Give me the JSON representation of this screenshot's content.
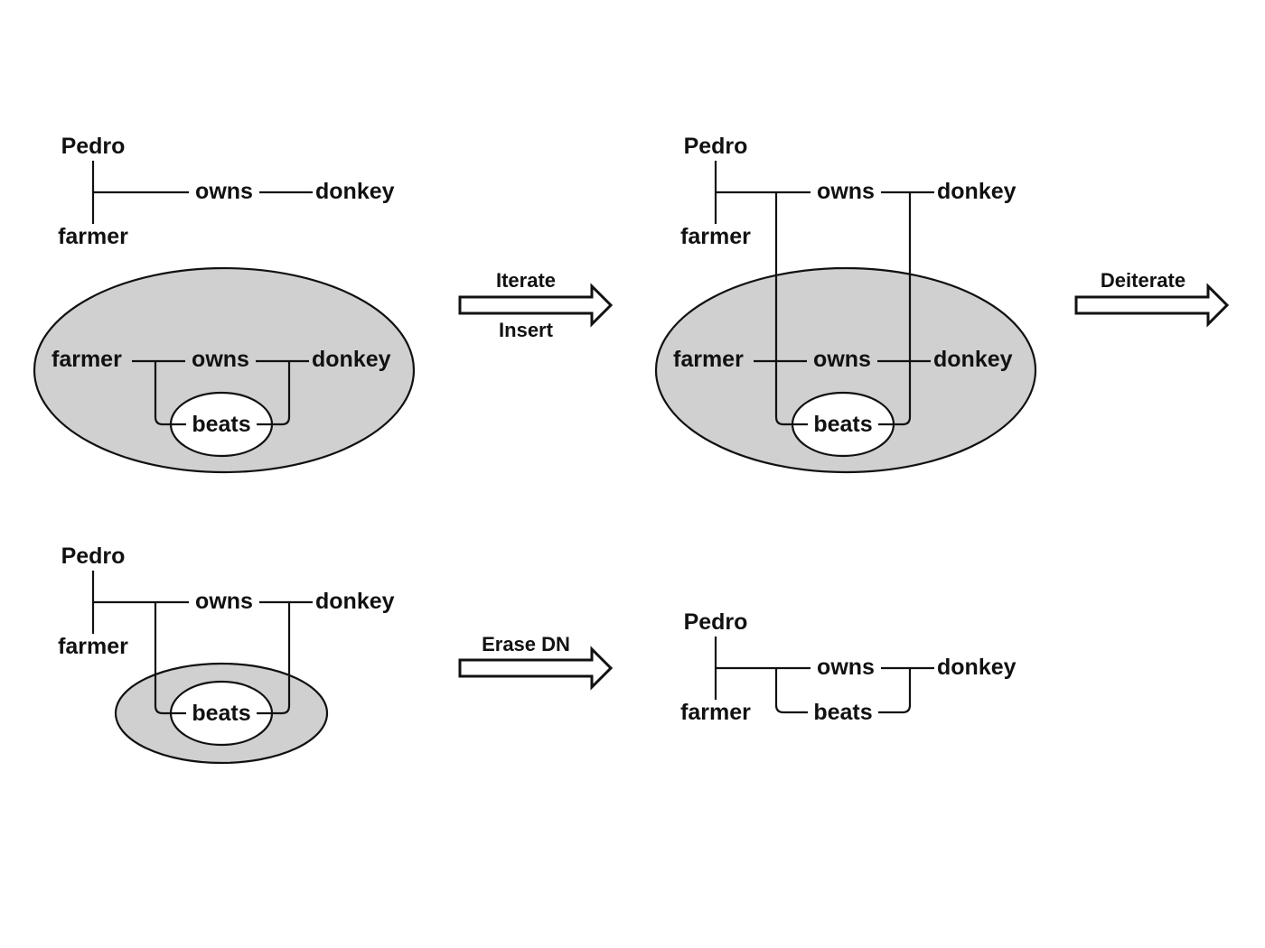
{
  "colors": {
    "negation_fill": "#d0d0d0",
    "inner_fill": "#ffffff",
    "line": "#111111"
  },
  "graph1": {
    "pedro": "Pedro",
    "farmer": "farmer",
    "owns": "owns",
    "donkey": "donkey",
    "neg_farmer": "farmer",
    "neg_owns": "owns",
    "neg_donkey": "donkey",
    "neg_beats": "beats"
  },
  "graph2": {
    "pedro": "Pedro",
    "farmer": "farmer",
    "owns": "owns",
    "donkey": "donkey",
    "neg_farmer": "farmer",
    "neg_owns": "owns",
    "neg_donkey": "donkey",
    "neg_beats": "beats"
  },
  "graph3": {
    "pedro": "Pedro",
    "farmer": "farmer",
    "owns": "owns",
    "donkey": "donkey",
    "neg_beats": "beats"
  },
  "graph4": {
    "pedro": "Pedro",
    "farmer": "farmer",
    "owns": "owns",
    "donkey": "donkey",
    "beats": "beats"
  },
  "arrows": {
    "iterate": "Iterate",
    "insert": "Insert",
    "deiterate": "Deiterate",
    "erase_dn": "Erase DN"
  }
}
